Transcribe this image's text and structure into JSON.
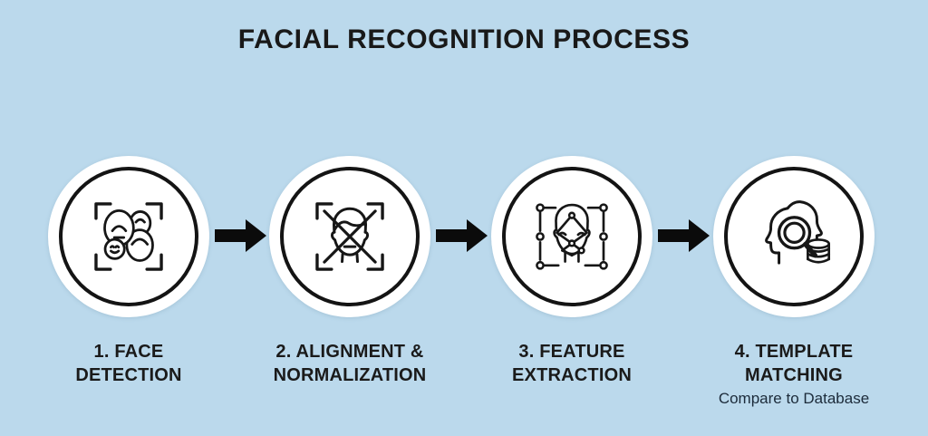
{
  "title": "FACIAL RECOGNITION PROCESS",
  "colors": {
    "background": "#bbd9ec",
    "icon_stroke": "#161616",
    "circle_fill": "#ffffff",
    "title_text": "#191919",
    "label_text": "#1a1a1a",
    "subtitle_text": "#1c2b3a",
    "arrow_fill": "#0b0b0b"
  },
  "steps": [
    {
      "icon": "face-detection-icon",
      "label_lines": [
        "1. FACE",
        "DETECTION"
      ],
      "subtitle": ""
    },
    {
      "icon": "alignment-normalization-icon",
      "label_lines": [
        "2. ALIGNMENT &",
        "NORMALIZATION"
      ],
      "subtitle": ""
    },
    {
      "icon": "feature-extraction-icon",
      "label_lines": [
        "3. FEATURE",
        "EXTRACTION"
      ],
      "subtitle": ""
    },
    {
      "icon": "template-matching-icon",
      "label_lines": [
        "4. TEMPLATE",
        "MATCHING"
      ],
      "subtitle": "Compare to Database"
    }
  ],
  "arrow_count": 3
}
